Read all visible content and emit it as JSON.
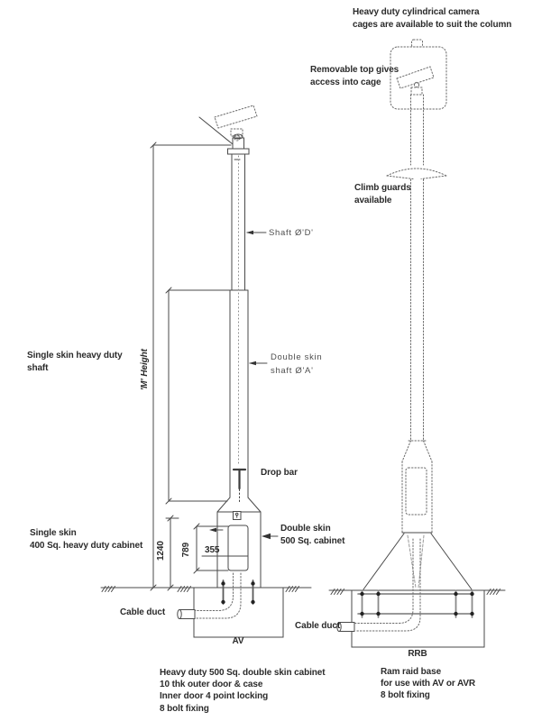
{
  "left_column": {
    "labels": {
      "shaft_d": "Shaft Ø'D'",
      "double_skin_shaft": "Double skin\nshaft Ø'A'",
      "drop_bar": "Drop bar",
      "single_skin_shaft": "Single skin heavy duty\nshaft",
      "single_skin_cabinet": "Single skin\n400 Sq. heavy duty cabinet",
      "double_skin_cabinet": "Double skin\n500 Sq. cabinet",
      "cable_duct": "Cable duct",
      "m_height": "'M' Height",
      "base_code": "AV"
    },
    "dimensions": {
      "cabinet_height": "1240",
      "door_height": "789",
      "door_width": "355"
    },
    "footnote": "Heavy duty 500 Sq. double skin cabinet\n10 thk outer door & case\nInner door 4 point locking\n8 bolt fixing"
  },
  "right_column": {
    "labels": {
      "cage_note": "Heavy duty cylindrical camera\ncages are available to suit the column",
      "removable_top": "Removable top gives\naccess into cage",
      "climb_guards": "Climb guards\navailable",
      "cable_duct": "Cable duct",
      "base_code": "RRB"
    },
    "footnote": "Ram raid base\nfor use with AV or AVR\n8 bolt fixing"
  },
  "colors": {
    "solid_line": "#4a4a4a",
    "dashed_line": "#6a6a6a",
    "text": "#2b2b2b",
    "background": "#ffffff"
  }
}
